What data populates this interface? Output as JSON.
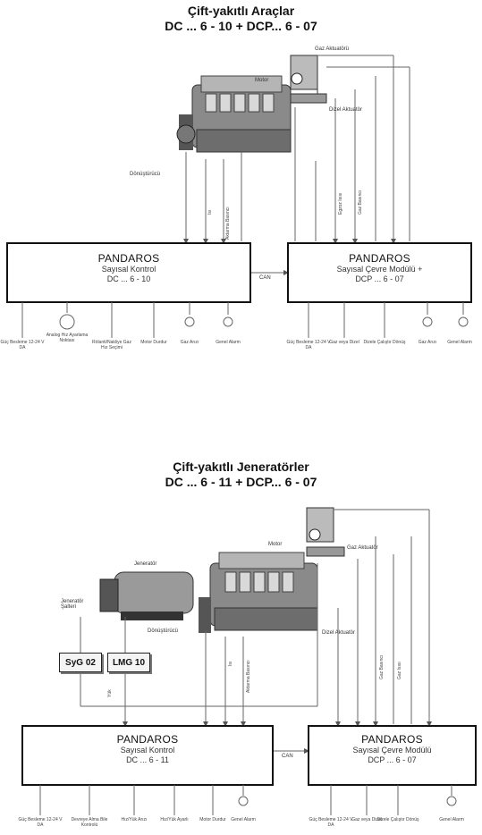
{
  "diagram1": {
    "title_line1": "Çift-yakıtlı Araçlar",
    "title_line2": "DC ... 6 - 10 + DCP... 6 - 07",
    "left_box": {
      "name": "PANDAROS",
      "line2": "Sayısal Kontrol",
      "line3": "DC ... 6 - 10"
    },
    "right_box": {
      "name": "PANDAROS",
      "line2": "Sayısal Çevre Modülü +",
      "line3": "DCP ... 6 - 07"
    },
    "can": "CAN",
    "labels": {
      "motor": "Motor",
      "gaz_aktuator": "Gaz Aktuatörü",
      "dizel_aktuator": "Dizel Aktuatör",
      "donusturucu": "Dönüştürücü",
      "isi": "Isı",
      "aktarma_basinci": "Aktarma Basıncı",
      "egzoz_isisi": "Egzoz Isısı",
      "gaz_basinci": "Gaz Basıncı"
    },
    "bottom_left": [
      "Güç Besleme 12-24 V DA",
      "Analog Hız Ayarlama Noktası",
      "Rölanti/Nakliye Gaz Hız Seçimi",
      "Motor Durdur",
      "Gaz Arızı",
      "Genel Alarm"
    ],
    "bottom_right": [
      "Güç Besleme 12-24 V DA",
      "Gaz veya Dizel",
      "Dizele Çalıştır Dönüş",
      "Gaz Arızı",
      "Genel Alarm"
    ]
  },
  "diagram2": {
    "title_line1": "Çift-yakıtlı Jeneratörler",
    "title_line2": "DC ... 6 - 11 + DCP... 6 - 07",
    "left_box": {
      "name": "PANDAROS",
      "line2": "Sayısal Kontrol",
      "line3": "DC ... 6 - 11"
    },
    "right_box": {
      "name": "PANDAROS",
      "line2": "Sayısal Çevre Modülü",
      "line3": "DCP ... 6 - 07"
    },
    "can": "CAN",
    "syg": "SyG 02",
    "lmg": "LMG 10",
    "labels": {
      "motor": "Motor",
      "jenerator": "Jeneratör",
      "gaz_aktuator": "Gaz Aktuatör",
      "dizel_aktuator": "Dizel Aktuatör",
      "donusturucu": "Dönüştürücü",
      "jenerator_salteri": "Jeneratör Şalteri",
      "yuk": "Yük",
      "isi": "Isı",
      "aktarma_basinci": "Aktarma Basıncı",
      "gaz_basinci": "Gaz Basıncı",
      "gaz_isisi": "Gaz Isısı"
    },
    "bottom_left": [
      "Güç Besleme 12-24 V DA",
      "Devreye Alma Bile Kontrolü",
      "Hız/Yük Arızı",
      "Hız/Yük Ayarlı",
      "Motor Durdur",
      "Genel Alarm"
    ],
    "bottom_right": [
      "Güç Besleme 12-24 V DA",
      "Gaz veya Dizel",
      "Dizele Çalıştır Dönüş",
      "Genel Alarm"
    ]
  }
}
